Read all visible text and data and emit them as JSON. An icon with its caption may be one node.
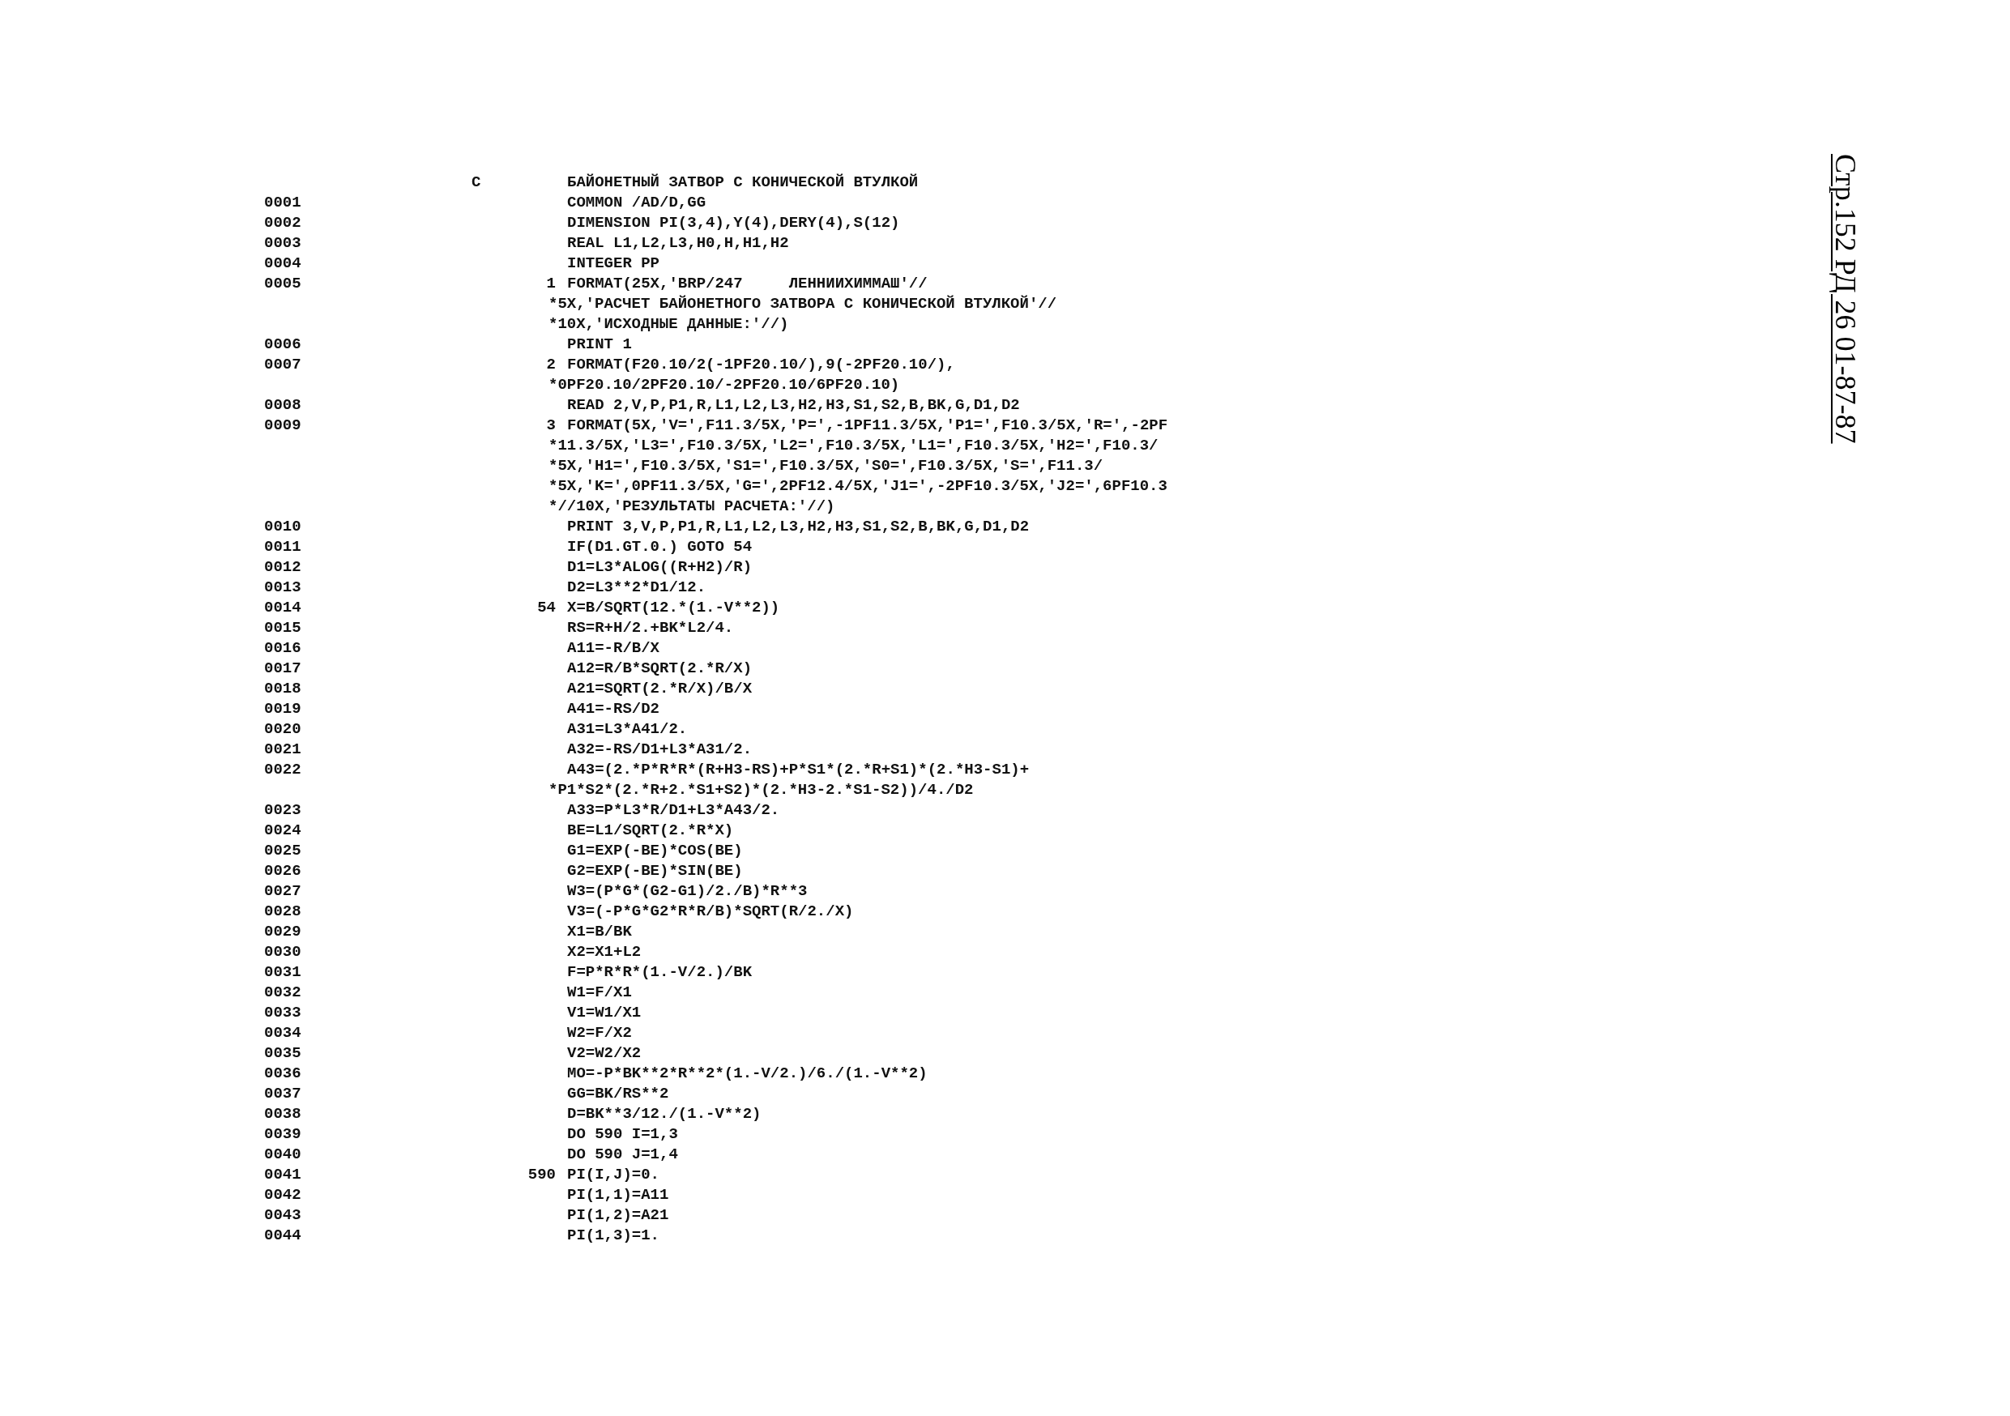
{
  "diagram": {
    "labels": [
      "C",
      "БАЙОНЕТНЫЙ ЗАТВОР С КОНИЧЕСКОЙ ВТУЛКОЙ",
      "0001",
      "COMMON /AD/D,GG",
      "0002",
      "DIMENSION PI(3,4),Y(4),DERY(4),S(12)",
      "0003",
      "REAL L1,L2,L3,H0,H,H1,H2",
      "0004",
      "INTEGER PP",
      "0005",
      "1",
      "FORMAT(25X,'BRP/247     ЛЕННИИХИММАШ'//",
      "*5X,'РАСЧЕТ БАЙОНЕТНОГО ЗАТВОРА С КОНИЧЕСКОЙ ВТУЛКОЙ'//",
      "*10X,'ИСХОДНЫЕ ДАННЫЕ:'//)",
      "0006",
      "PRINT 1",
      "0007",
      "2",
      "FORMAT(F20.10/2(-1PF20.10/),9(-2PF20.10/),",
      "*0PF20.10/2PF20.10/-2PF20.10/6PF20.10)",
      "0008",
      "READ 2,V,P,P1,R,L1,L2,L3,H2,H3,S1,S2,B,BK,G,D1,D2",
      "0009",
      "3",
      "FORMAT(5X,'V=',F11.3/5X,'P=',-1PF11.3/5X,'P1=',F10.3/5X,'R=',-2PF",
      "*11.3/5X,'L3=',F10.3/5X,'L2=',F10.3/5X,'L1=',F10.3/5X,'H2=',F10.3/",
      "*5X,'H1=',F10.3/5X,'S1=',F10.3/5X,'S0=',F10.3/5X,'S=',F11.3/",
      "*5X,'K=',0PF11.3/5X,'G=',2PF12.4/5X,'J1=',-2PF10.3/5X,'J2=',6PF10.3",
      "*//10X,'РЕЗУЛЬТАТЫ РАСЧЕТА:'//)",
      "0010",
      "PRINT 3,V,P,P1,R,L1,L2,L3,H2,H3,S1,S2,B,BK,G,D1,D2",
      "0011",
      "IF(D1.GT.0.) GOTO 54",
      "0012",
      "D1=L3*ALOG((R+H2)/R)",
      "0013",
      "D2=L3**2*D1/12.",
      "0014",
      "54",
      "X=B/SQRT(12.*(1.-V**2))",
      "0015",
      "RS=R+H/2.+BK*L2/4.",
      "0016",
      "A11=-R/B/X",
      "0017",
      "A12=R/B*SQRT(2.*R/X)",
      "0018",
      "A21=SQRT(2.*R/X)/B/X",
      "0019",
      "A41=-RS/D2",
      "0020",
      "A31=L3*A41/2.",
      "0021",
      "A32=-RS/D1+L3*A31/2.",
      "0022",
      "A43=(2.*P*R*R*(R+H3-RS)+P*S1*(2.*R+S1)*(2.*H3-S1)+",
      "*P1*S2*(2.*R+2.*S1+S2)*(2.*H3-2.*S1-S2))/4./D2",
      "0023",
      "A33=P*L3*R/D1+L3*A43/2.",
      "0024",
      "BE=L1/SQRT(2.*R*X)",
      "0025",
      "G1=EXP(-BE)*COS(BE)",
      "0026",
      "G2=EXP(-BE)*SIN(BE)",
      "0027",
      "W3=(P*G*(G2-G1)/2./B)*R**3",
      "0028",
      "V3=(-P*G*G2*R*R/B)*SQRT(R/2./X)",
      "0029",
      "X1=B/BK",
      "0030",
      "X2=X1+L2",
      "0031",
      "F=P*R*R*(1.-V/2.)/BK",
      "0032",
      "W1=F/X1",
      "0033",
      "V1=W1/X1",
      "0034",
      "W2=F/X2",
      "0035",
      "V2=W2/X2",
      "0036",
      "MO=-P*BK**2*R**2*(1.-V/2.)/6./(1.-V**2)",
      "0037",
      "GG=BK/RS**2",
      "0038",
      "D=BK**3/12./(1.-V**2)",
      "0039",
      "DO 590 I=1,3",
      "0040",
      "DO 590 J=1,4",
      "0041",
      "590",
      "PI(I,J)=0.",
      "0042",
      "PI(1,1)=A11",
      "0043",
      "PI(1,2)=A21",
      "0044",
      "PI(1,3)=1.",
      "Стр.152 РД 26 01-87-87"
    ]
  }
}
